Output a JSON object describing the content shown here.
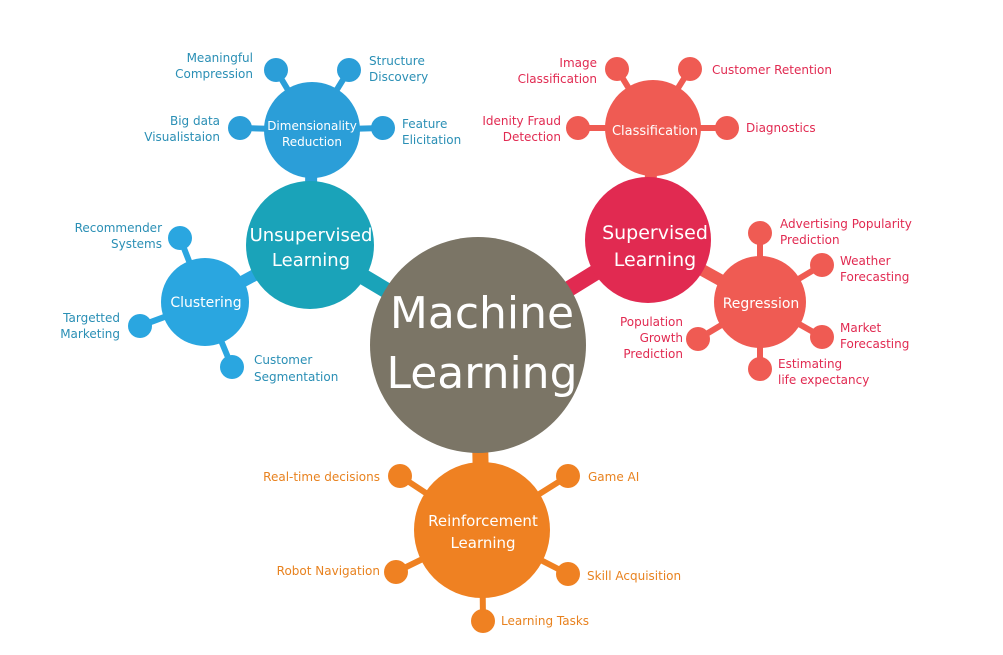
{
  "colors": {
    "center": "#7b7566",
    "unsupervised": "#1aa3b9",
    "dimensionality": "#2b9ed8",
    "clustering": "#2aa6e0",
    "supervised": "#e12a51",
    "classification": "#ef5b53",
    "regression": "#ef5b53",
    "reinforcement": "#ef8122",
    "text_blue": "#2a8fb5",
    "text_red": "#e12a51",
    "text_orange": "#e8821f"
  },
  "center": {
    "line1": "Machine",
    "line2": "Learning"
  },
  "unsupervised": {
    "line1": "Unsupervised",
    "line2": "Learning",
    "dimensionality": {
      "line1": "Dimensionality",
      "line2": "Reduction",
      "items": [
        {
          "line1": "Meaningful",
          "line2": "Compression"
        },
        {
          "line1": "Structure",
          "line2": "Discovery"
        },
        {
          "line1": "Big data",
          "line2": "Visualistaion"
        },
        {
          "line1": "Feature",
          "line2": "Elicitation"
        }
      ]
    },
    "clustering": {
      "label": "Clustering",
      "items": [
        {
          "line1": "Recommender",
          "line2": "Systems"
        },
        {
          "line1": "Targetted",
          "line2": "Marketing"
        },
        {
          "line1": "Customer",
          "line2": "Segmentation"
        }
      ]
    }
  },
  "supervised": {
    "line1": "Supervised",
    "line2": "Learning",
    "classification": {
      "label": "Classification",
      "items": [
        {
          "line1": "Image",
          "line2": "Classification"
        },
        {
          "line1": "Customer Retention",
          "line2": ""
        },
        {
          "line1": "Idenity Fraud",
          "line2": "Detection"
        },
        {
          "line1": "Diagnostics",
          "line2": ""
        }
      ]
    },
    "regression": {
      "label": "Regression",
      "items": [
        {
          "line1": "Advertising Popularity",
          "line2": "Prediction"
        },
        {
          "line1": "Weather",
          "line2": "Forecasting"
        },
        {
          "line1": "Population",
          "line2": "Growth",
          "line3": "Prediction"
        },
        {
          "line1": "Market",
          "line2": "Forecasting"
        },
        {
          "line1": "Estimating",
          "line2": "life expectancy"
        }
      ]
    }
  },
  "reinforcement": {
    "line1": "Reinforcement",
    "line2": "Learning",
    "items": [
      {
        "line1": "Real-time decisions"
      },
      {
        "line1": "Game AI"
      },
      {
        "line1": "Robot Navigation"
      },
      {
        "line1": "Skill Acquisition"
      },
      {
        "line1": "Learning Tasks"
      }
    ]
  }
}
